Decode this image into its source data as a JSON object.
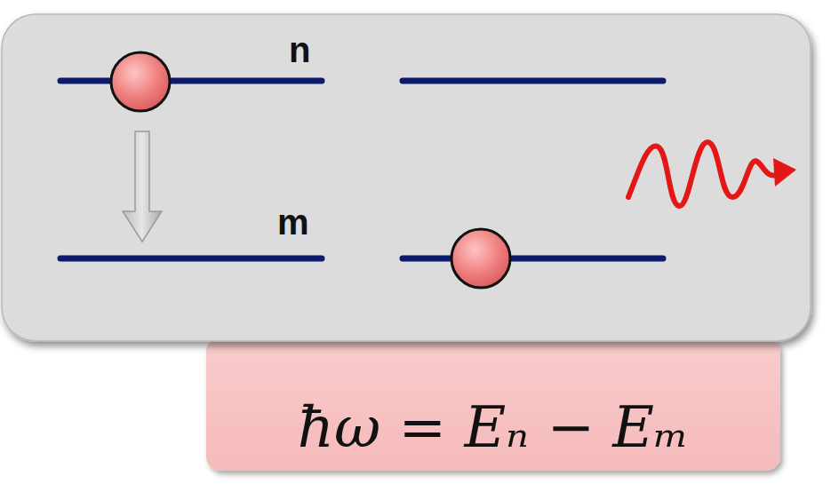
{
  "diagram": {
    "nodes": [
      {
        "text": [
          "ħω = Eₙ − Eₘ"
        ]
      }
    ],
    "labels": [
      "n",
      "m"
    ]
  }
}
